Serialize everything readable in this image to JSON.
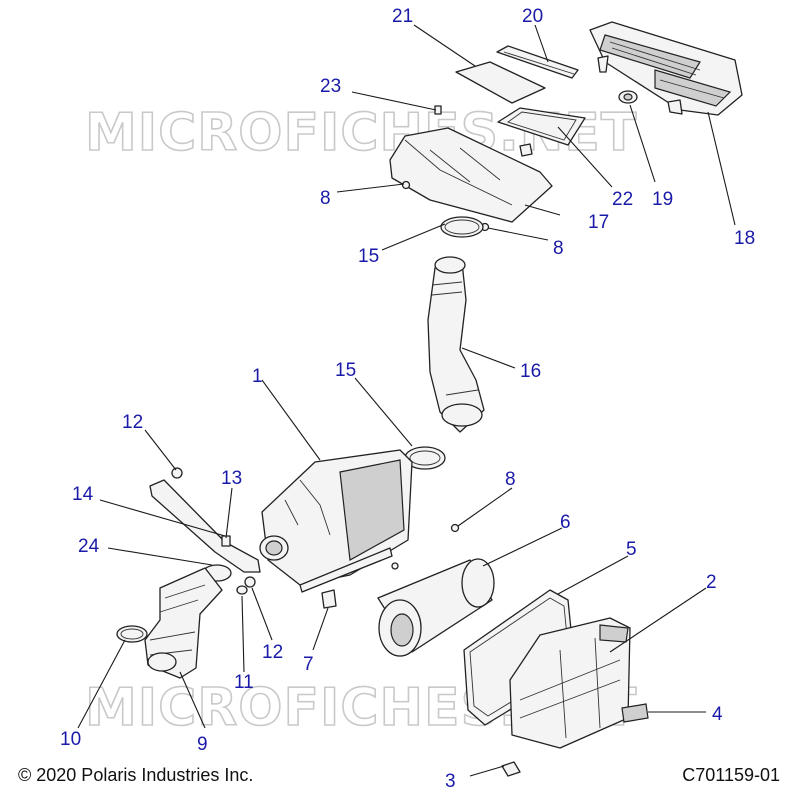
{
  "watermark": {
    "text": "MICROFICHES.NET"
  },
  "callouts": {
    "c1": "1",
    "c2": "2",
    "c3": "3",
    "c4": "4",
    "c5": "5",
    "c6": "6",
    "c7": "7",
    "c8a": "8",
    "c8b": "8",
    "c8c": "8",
    "c9": "9",
    "c10": "10",
    "c11": "11",
    "c12a": "12",
    "c12b": "12",
    "c13": "13",
    "c14": "14",
    "c15a": "15",
    "c15b": "15",
    "c16": "16",
    "c17": "17",
    "c18": "18",
    "c19": "19",
    "c20": "20",
    "c21": "21",
    "c22": "22",
    "c23": "23",
    "c24": "24"
  },
  "footer": {
    "copyright": "© 2020 Polaris Industries Inc.",
    "diagram_code": "C701159-01"
  }
}
